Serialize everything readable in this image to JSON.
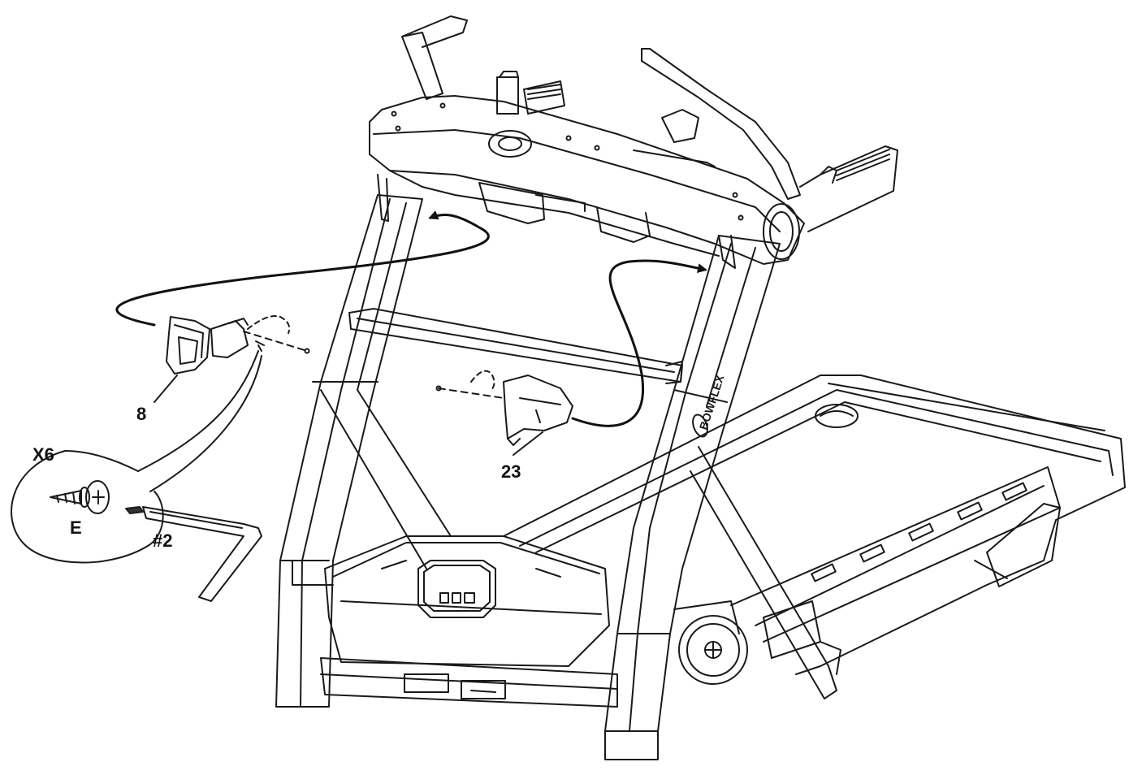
{
  "diagram": {
    "subject": "treadmill console bracket cover installation",
    "labels": {
      "part_left": "8",
      "part_right": "23",
      "quantity": "X6",
      "screw": "E",
      "driver": "#2"
    },
    "line_color": "#1a1a1a",
    "background": "#ffffff"
  }
}
